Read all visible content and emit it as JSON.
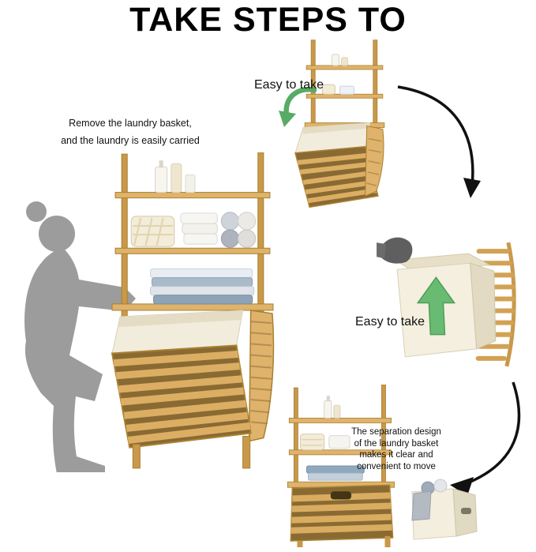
{
  "title": "TAKE STEPS TO",
  "captions": {
    "remove": {
      "line1": "Remove the laundry basket,",
      "line2": "and the laundry is easily carried"
    },
    "easy_top": "Easy to take",
    "easy_mid": "Easy to take",
    "separation": {
      "line1": "The separation design",
      "line2": "of the laundry basket",
      "line3": "makes it clear and",
      "line4": "convenient to move"
    }
  },
  "colors": {
    "bamboo": "#c9984a",
    "bamboo_light": "#dfb36c",
    "bamboo_dark": "#8a6a33",
    "fabric": "#f2ecdc",
    "silhouette": "#9c9c9c",
    "arrow_green": "#58ab64",
    "arrow_black": "#111111",
    "text": "#111111"
  }
}
